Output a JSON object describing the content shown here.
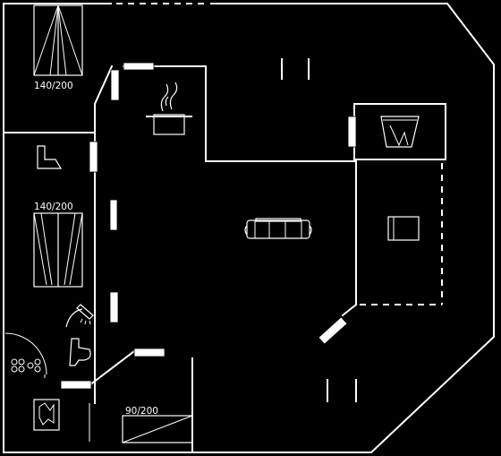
{
  "beds": {
    "bed_1": "140/200",
    "bed_2": "140/200",
    "bed_3": "90/200"
  },
  "colors": {
    "background": "#000000",
    "lines": "#ffffff"
  },
  "icons": [
    "pot-steam-icon",
    "sofa-icon",
    "toilet-icon",
    "shower-icon",
    "sauna-heater-icon",
    "washing-machine-icon",
    "bed-icon",
    "table-icon",
    "fireplace-icon",
    "chair-icon"
  ]
}
